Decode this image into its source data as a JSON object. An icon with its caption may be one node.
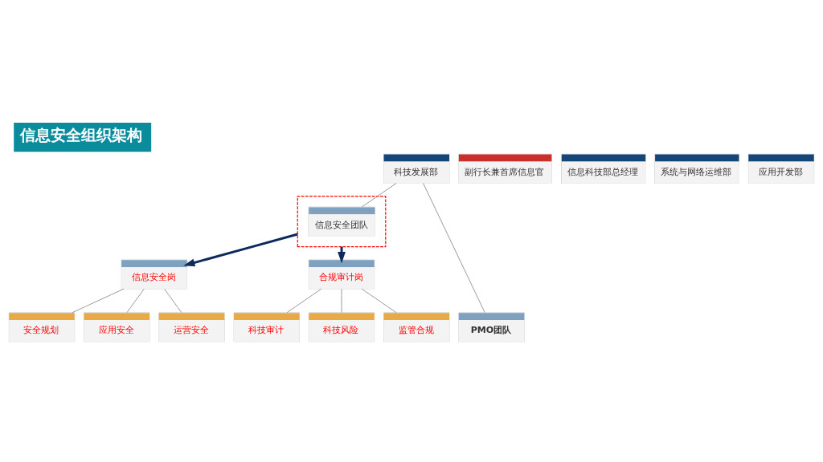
{
  "diagram": {
    "title": "信息安全组织架构",
    "nodes": [
      {
        "text": [
          "副行长兼首席信息官"
        ]
      },
      {
        "text": [
          "信息科技部总经理"
        ]
      },
      {
        "text": [
          "科技发展部"
        ]
      },
      {
        "text": [
          "系统与网络运维部"
        ]
      },
      {
        "text": [
          "应用开发部"
        ]
      },
      {
        "text": [],
        "shape": "box"
      },
      {
        "text": [
          "信息安全团队"
        ],
        "in": 5
      },
      {
        "text": [
          "信息安全岗"
        ]
      },
      {
        "text": [
          "合规审计岗"
        ]
      },
      {
        "text": [
          "PMO团队"
        ]
      },
      {
        "text": [
          "安全规划"
        ]
      },
      {
        "text": [
          "应用安全"
        ]
      },
      {
        "text": [
          "运营安全"
        ]
      },
      {
        "text": [
          "科技审计"
        ]
      },
      {
        "text": [
          "科技风险"
        ]
      },
      {
        "text": [
          "监管合规"
        ]
      }
    ],
    "edges": [
      {
        "from": 2,
        "to": 6,
        "arrow": "none"
      },
      {
        "from": 2,
        "to": 9,
        "arrow": "none"
      },
      {
        "from": 5,
        "to": 7,
        "arrow": "to",
        "style": "thick",
        "color": "#0d2a5c"
      },
      {
        "from": 5,
        "to": 8,
        "arrow": "to",
        "style": "thick",
        "color": "#0d2a5c"
      },
      {
        "from": 7,
        "to": 10,
        "arrow": "none"
      },
      {
        "from": 7,
        "to": 11,
        "arrow": "none"
      },
      {
        "from": 7,
        "to": 12,
        "arrow": "none"
      },
      {
        "from": 8,
        "to": 13,
        "arrow": "none"
      },
      {
        "from": 8,
        "to": 14,
        "arrow": "none"
      },
      {
        "from": 8,
        "to": 15,
        "arrow": "none"
      }
    ]
  }
}
